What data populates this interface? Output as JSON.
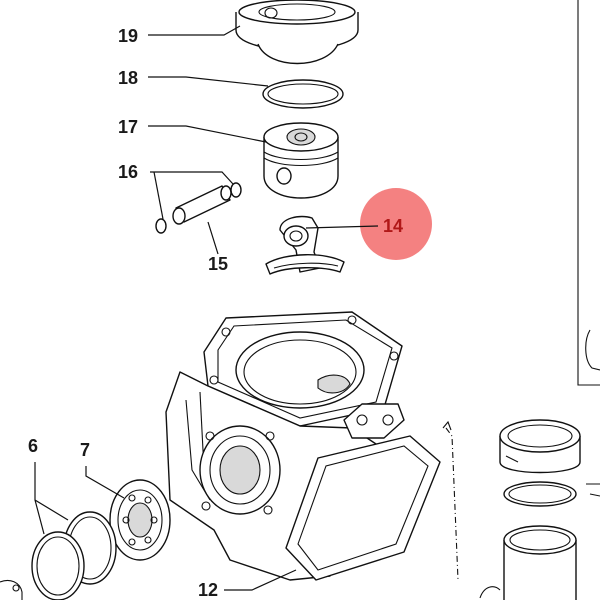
{
  "labels": {
    "p19": "19",
    "p18": "18",
    "p17": "17",
    "p16": "16",
    "p15": "15",
    "p14": "14",
    "p12": "12",
    "p7": "7",
    "p6": "6"
  },
  "highlight": {
    "part": "14",
    "color": "#f26b6b"
  }
}
